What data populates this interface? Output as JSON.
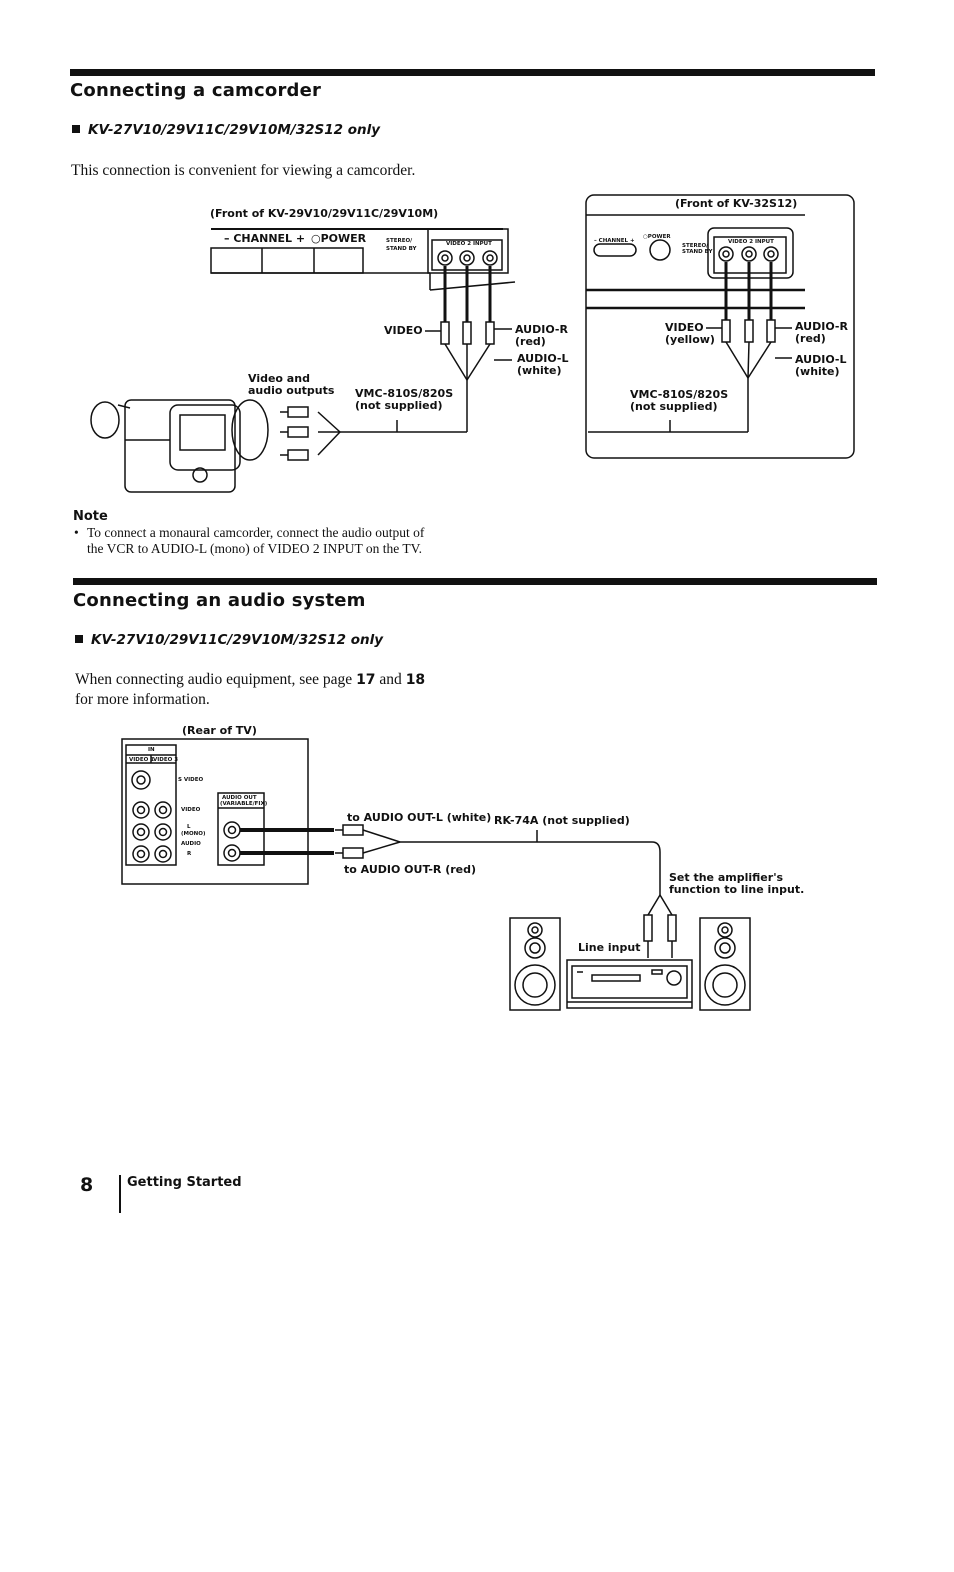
{
  "section1": {
    "title": "Connecting a camcorder",
    "models": "KV-27V10/29V11C/29V10M/32S12 only",
    "intro": "This connection is convenient for viewing a camcorder."
  },
  "diagram1": {
    "front_a_caption": "(Front of KV-29V10/29V11C/29V10M)",
    "channel_label": "– CHANNEL +",
    "power_label": "○POWER",
    "stereo_label": "STEREO/",
    "standby_label": "STAND BY",
    "video2_input_label": "VIDEO 2 INPUT",
    "video_label": "VIDEO",
    "audio_r_label": "AUDIO-R",
    "audio_r_color": "(red)",
    "audio_l_label": "AUDIO-L",
    "audio_l_color": "(white)",
    "cable_label": "VMC-810S/820S",
    "cable_note": "(not supplied)",
    "camcorder_label_1": "Video and",
    "camcorder_label_2": "audio outputs",
    "front_b_caption": "(Front of KV-32S12)",
    "b_channel_label": "– CHANNEL +",
    "b_power_label": "○POWER",
    "b_stereo_label": "STEREO/",
    "b_standby_label": "STAND BY",
    "b_video2_input_label": "VIDEO 2 INPUT",
    "b_video_label": "VIDEO",
    "b_video_color": "(yellow)",
    "b_audio_r_label": "AUDIO-R",
    "b_audio_r_color": "(red)",
    "b_audio_l_label": "AUDIO-L",
    "b_audio_l_color": "(white)",
    "b_cable_label": "VMC-810S/820S",
    "b_cable_note": "(not supplied)"
  },
  "note": {
    "heading": "Note",
    "line1": "To connect a monaural camcorder, connect the audio output of",
    "line2": "the VCR to AUDIO-L (mono) of VIDEO 2 INPUT on the TV."
  },
  "section2": {
    "title": "Connecting an audio system",
    "models": "KV-27V10/29V11C/29V10M/32S12 only",
    "intro_a": "When connecting audio equipment, see page ",
    "page_a": "17",
    "intro_and": " and ",
    "page_b": "18",
    "intro_b": "for more information."
  },
  "diagram2": {
    "rear_caption": "(Rear of TV)",
    "in_label": "IN",
    "video1_label": "VIDEO 1",
    "video3_label": "VIDEO 3",
    "svideo_label": "S VIDEO",
    "video_label": "VIDEO",
    "l_label": "L",
    "mono_label": "(MONO)",
    "audio_label": "AUDIO",
    "r_label": "R",
    "audio_out_label": "AUDIO OUT",
    "variable_fixed_label": "(VARIABLE/FIX)",
    "to_audio_out_l": "to AUDIO OUT-L (white)",
    "to_audio_out_r": "to AUDIO OUT-R (red)",
    "cable_label": "RK-74A (not supplied)",
    "amp_note_1": "Set the amplifier's",
    "amp_note_2": "function to line input.",
    "line_input_label": "Line input"
  },
  "footer": {
    "page_number": "8",
    "section_name": "Getting Started"
  }
}
